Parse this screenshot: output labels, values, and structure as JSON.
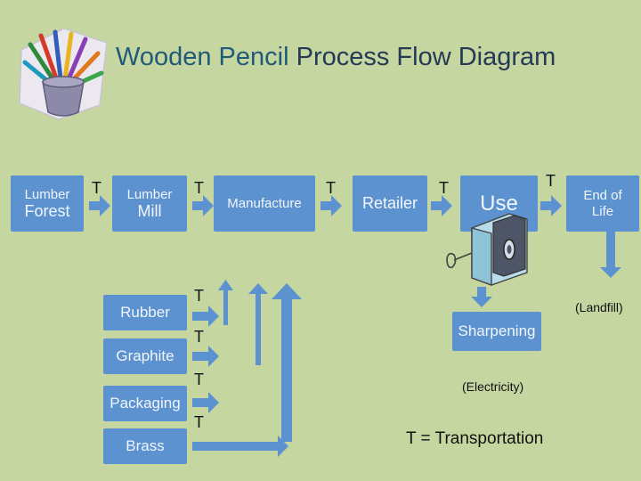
{
  "title": {
    "part1": "Wooden Pencil",
    "part2": " Process Flow Diagram"
  },
  "nodes": {
    "lumber_forest": {
      "line1": "Lumber",
      "line2": "Forest"
    },
    "lumber_mill": {
      "line1": "Lumber",
      "line2": "Mill"
    },
    "manufacture": {
      "label": "Manufacture"
    },
    "retailer": {
      "label": "Retailer"
    },
    "use": {
      "label": "Use"
    },
    "end_of_life": {
      "line1": "End of",
      "line2": "Life"
    },
    "rubber": {
      "label": "Rubber"
    },
    "graphite": {
      "label": "Graphite"
    },
    "packaging": {
      "label": "Packaging"
    },
    "brass": {
      "label": "Brass"
    },
    "sharpening": {
      "label": "Sharpening"
    }
  },
  "transport_marker": "T",
  "notes": {
    "landfill": "(Landfill)",
    "electricity": "(Electricity)",
    "legend": "T = Transportation"
  },
  "colors": {
    "box": "#5b92cf",
    "arrow": "#5b92cf",
    "background": "#c5d6a0",
    "title_accent": "#1f5b78"
  },
  "icons": [
    "pencil-cup-icon",
    "electric-sharpener-icon"
  ]
}
